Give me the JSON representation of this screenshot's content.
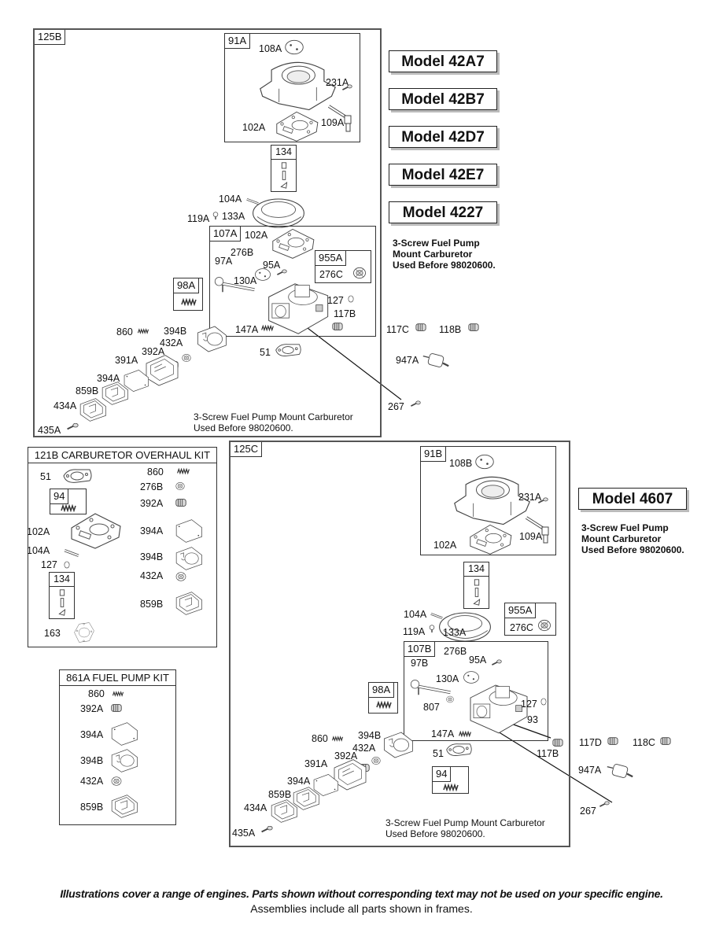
{
  "assemblies": {
    "a125B": {
      "tag": "125B",
      "sub_91A": {
        "tag": "91A",
        "labels": [
          "108A",
          "231A",
          "109A",
          "102A"
        ]
      },
      "sub_134": {
        "tag": "134"
      },
      "labels_mid": [
        "104A",
        "119A",
        "133A"
      ],
      "sub_107A": {
        "tag": "107A",
        "labels": [
          "102A",
          "276B",
          "97A",
          "95A",
          "130A",
          "127",
          "117B",
          "147A"
        ]
      },
      "sub_955A": {
        "tag": "955A",
        "label": "276C"
      },
      "sub_98A": {
        "tag": "98A"
      },
      "labels_pump": [
        "860",
        "394B",
        "432A",
        "392A",
        "391A",
        "394A",
        "859B",
        "434A",
        "435A",
        "51"
      ],
      "note": [
        "3-Screw Fuel Pump Mount Carburetor",
        "Used Before 98020600."
      ]
    },
    "a125C": {
      "tag": "125C",
      "sub_91B": {
        "tag": "91B",
        "labels": [
          "108B",
          "231A",
          "109A",
          "102A"
        ]
      },
      "sub_134": {
        "tag": "134"
      },
      "labels_mid": [
        "104A",
        "119A",
        "133A"
      ],
      "sub_955A": {
        "tag": "955A",
        "label": "276C"
      },
      "sub_107B": {
        "tag": "107B",
        "labels": [
          "276B",
          "95A",
          "97B",
          "130A",
          "807",
          "127",
          "93",
          "147A"
        ]
      },
      "sub_98A": {
        "tag": "98A"
      },
      "sub_94": {
        "tag": "94"
      },
      "labels_pump": [
        "860",
        "394B",
        "432A",
        "392A",
        "391A",
        "394A",
        "859B",
        "434A",
        "435A",
        "51",
        "117B"
      ],
      "note": [
        "3-Screw Fuel Pump Mount Carburetor",
        "Used Before 98020600."
      ]
    }
  },
  "models_top": {
    "names": [
      "Model 42A7",
      "Model 42B7",
      "Model 42D7",
      "Model 42E7",
      "Model 4227"
    ],
    "note": [
      "3-Screw Fuel Pump",
      "Mount Carburetor",
      "Used Before 98020600."
    ],
    "loose_parts": [
      "117C",
      "118B",
      "947A",
      "267"
    ]
  },
  "models_bottom": {
    "names": [
      "Model 4607"
    ],
    "note": [
      "3-Screw Fuel Pump",
      "Mount Carburetor",
      "Used Before 98020600."
    ],
    "loose_parts": [
      "117D",
      "118C",
      "947A",
      "267"
    ]
  },
  "kit_121B": {
    "title": "121B CARBURETOR OVERHAUL KIT",
    "left": [
      "51",
      "102A",
      "104A",
      "127",
      "163"
    ],
    "sub_94": "94",
    "sub_134": "134",
    "right": [
      "860",
      "276B",
      "392A",
      "394A",
      "394B",
      "432A",
      "859B"
    ]
  },
  "kit_861A": {
    "title": "861A  FUEL PUMP KIT",
    "items": [
      "860",
      "392A",
      "394A",
      "394B",
      "432A",
      "859B"
    ]
  },
  "footer": {
    "disclaimer": "Illustrations cover a range of engines. Parts shown without corresponding text may not be used on your specific engine.",
    "assemblies_note": "Assemblies include all parts shown in frames."
  }
}
